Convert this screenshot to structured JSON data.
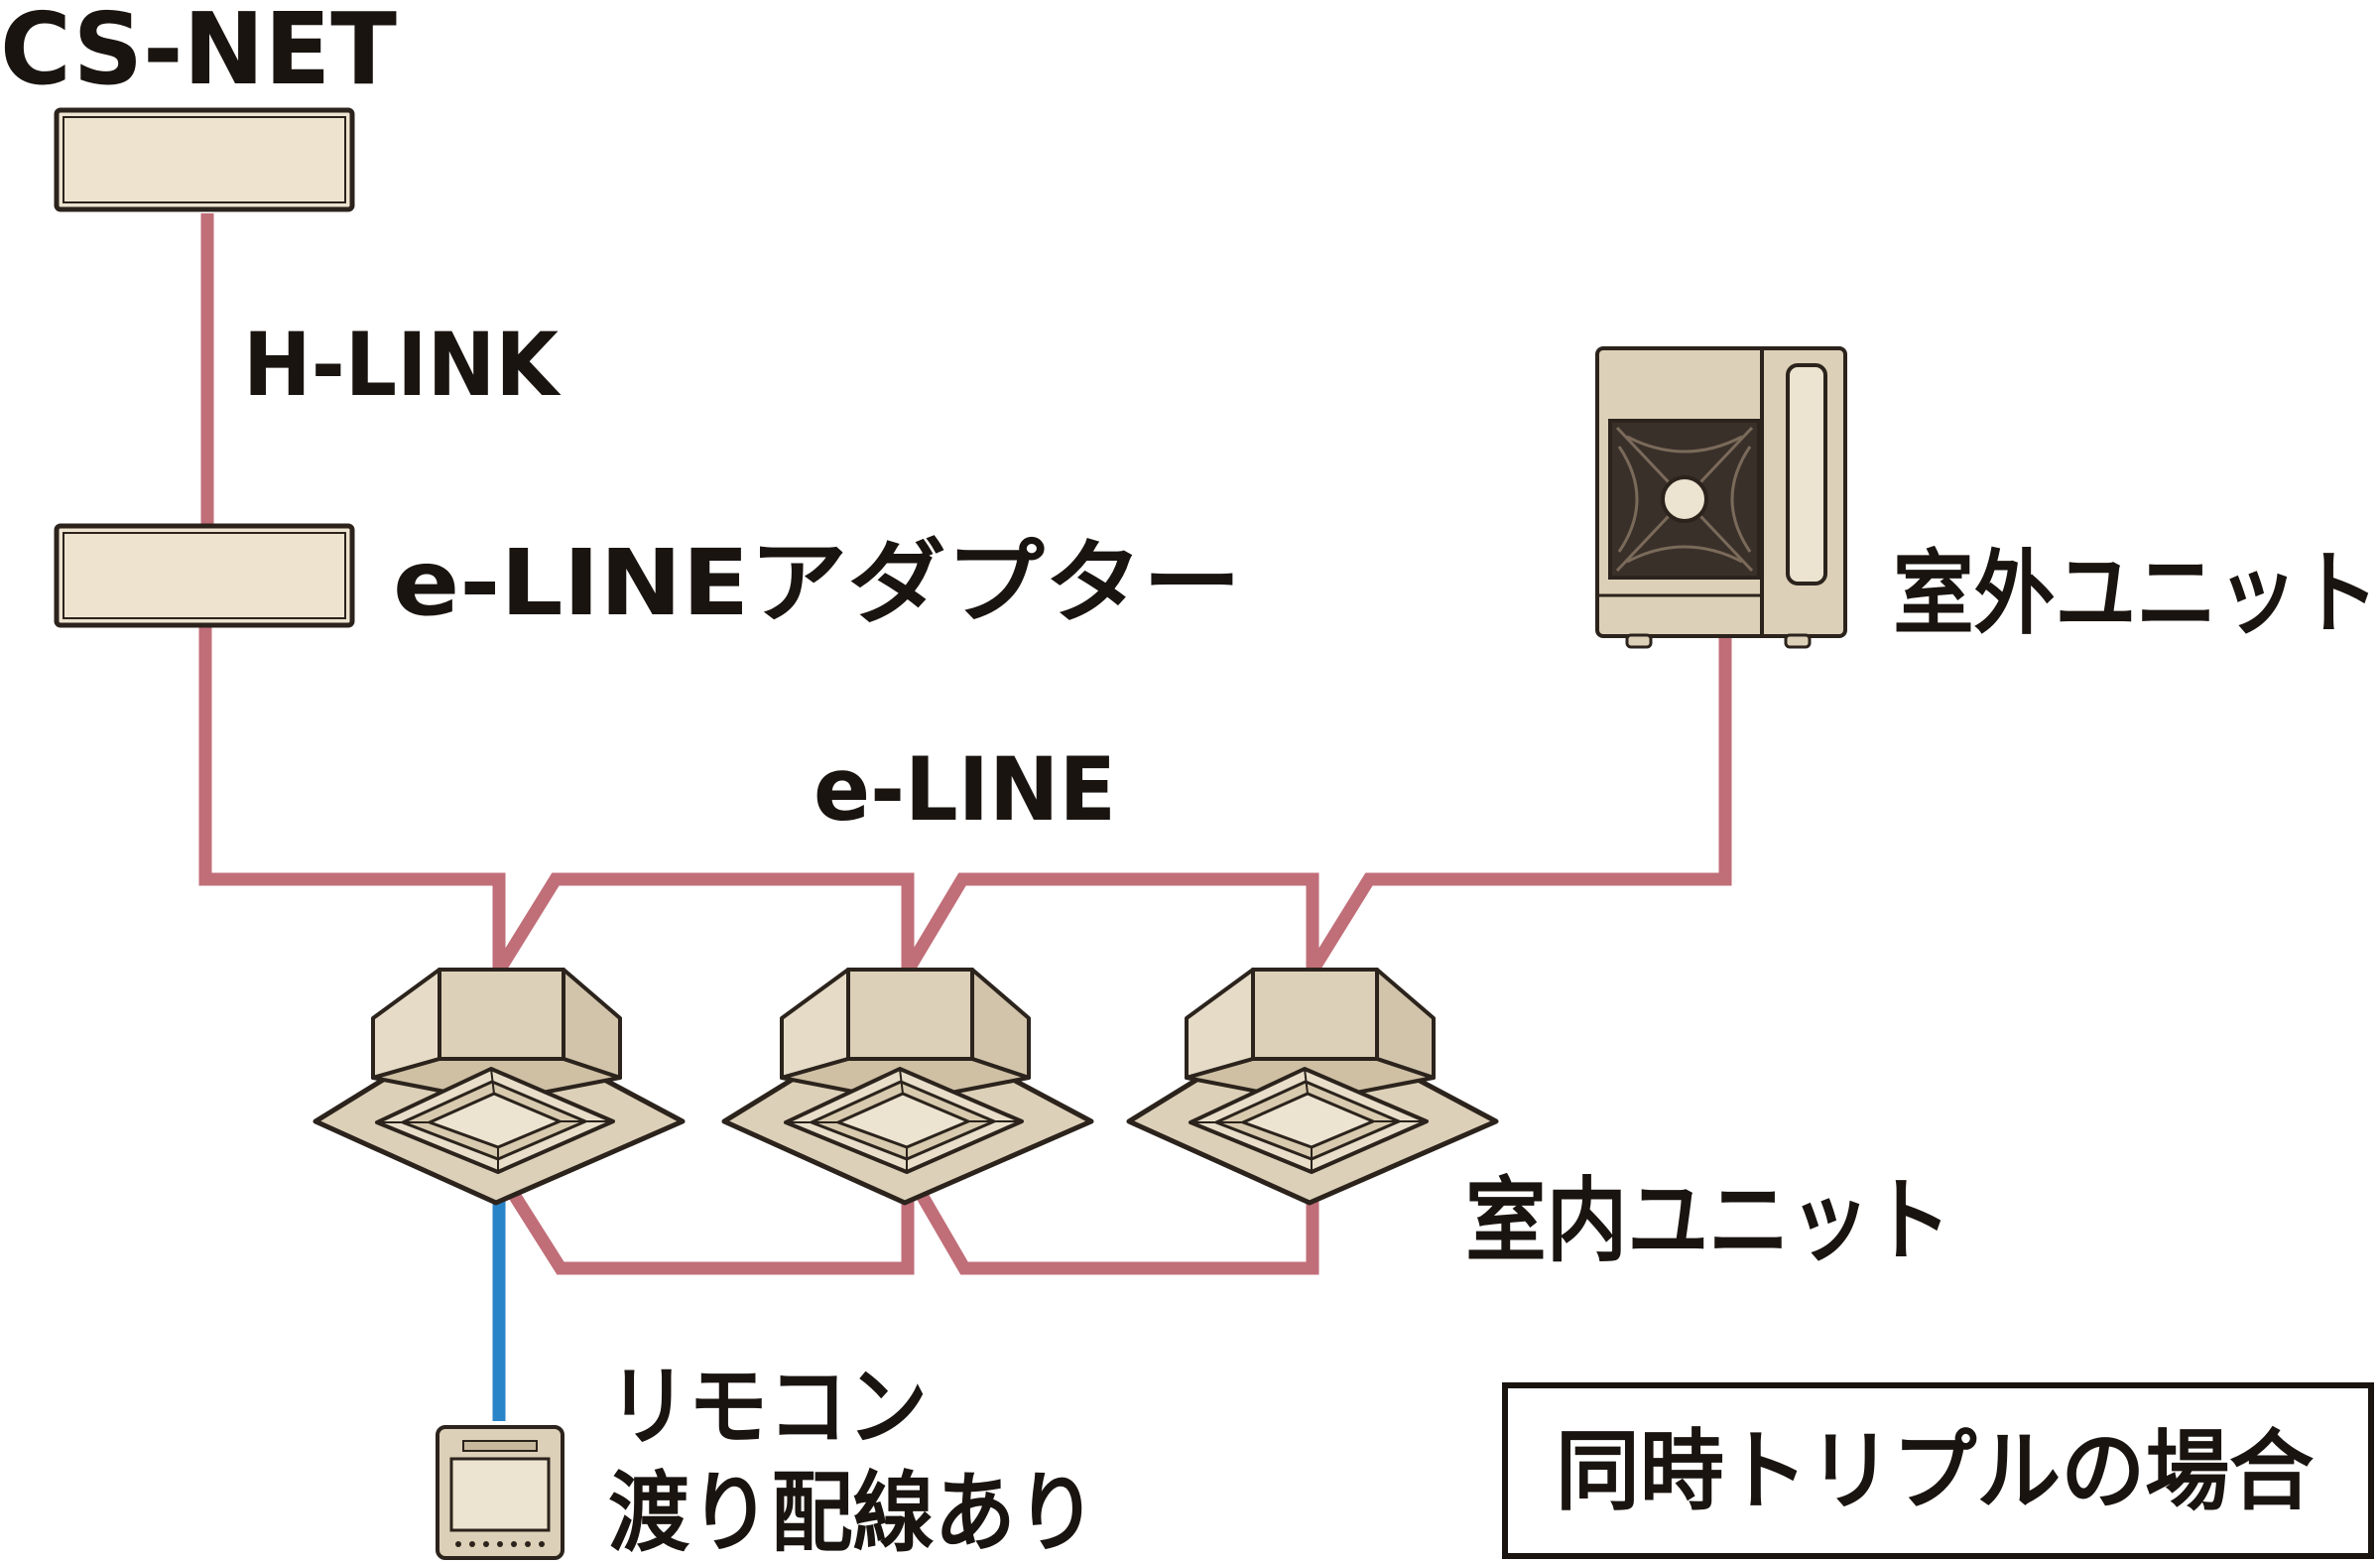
{
  "labels": {
    "cs_net": "CS-NET",
    "h_link": "H-LINK",
    "adapter": "e-LINEアダプター",
    "e_line": "e-LINE",
    "outdoor": "室外ユニット",
    "indoor": "室内ユニット",
    "remote_line1": "リモコン",
    "remote_line2": "渡り配線あり",
    "case": "同時トリプルの場合"
  },
  "colors": {
    "e_line_wire": "#c06e78",
    "remote_wire": "#2a85c8",
    "unit_body": "#ddd0b8",
    "text": "#1a1410"
  },
  "icons": [
    "cs-net-controller",
    "e-line-adapter",
    "outdoor-unit",
    "ceiling-cassette-indoor-unit",
    "remote-controller"
  ]
}
